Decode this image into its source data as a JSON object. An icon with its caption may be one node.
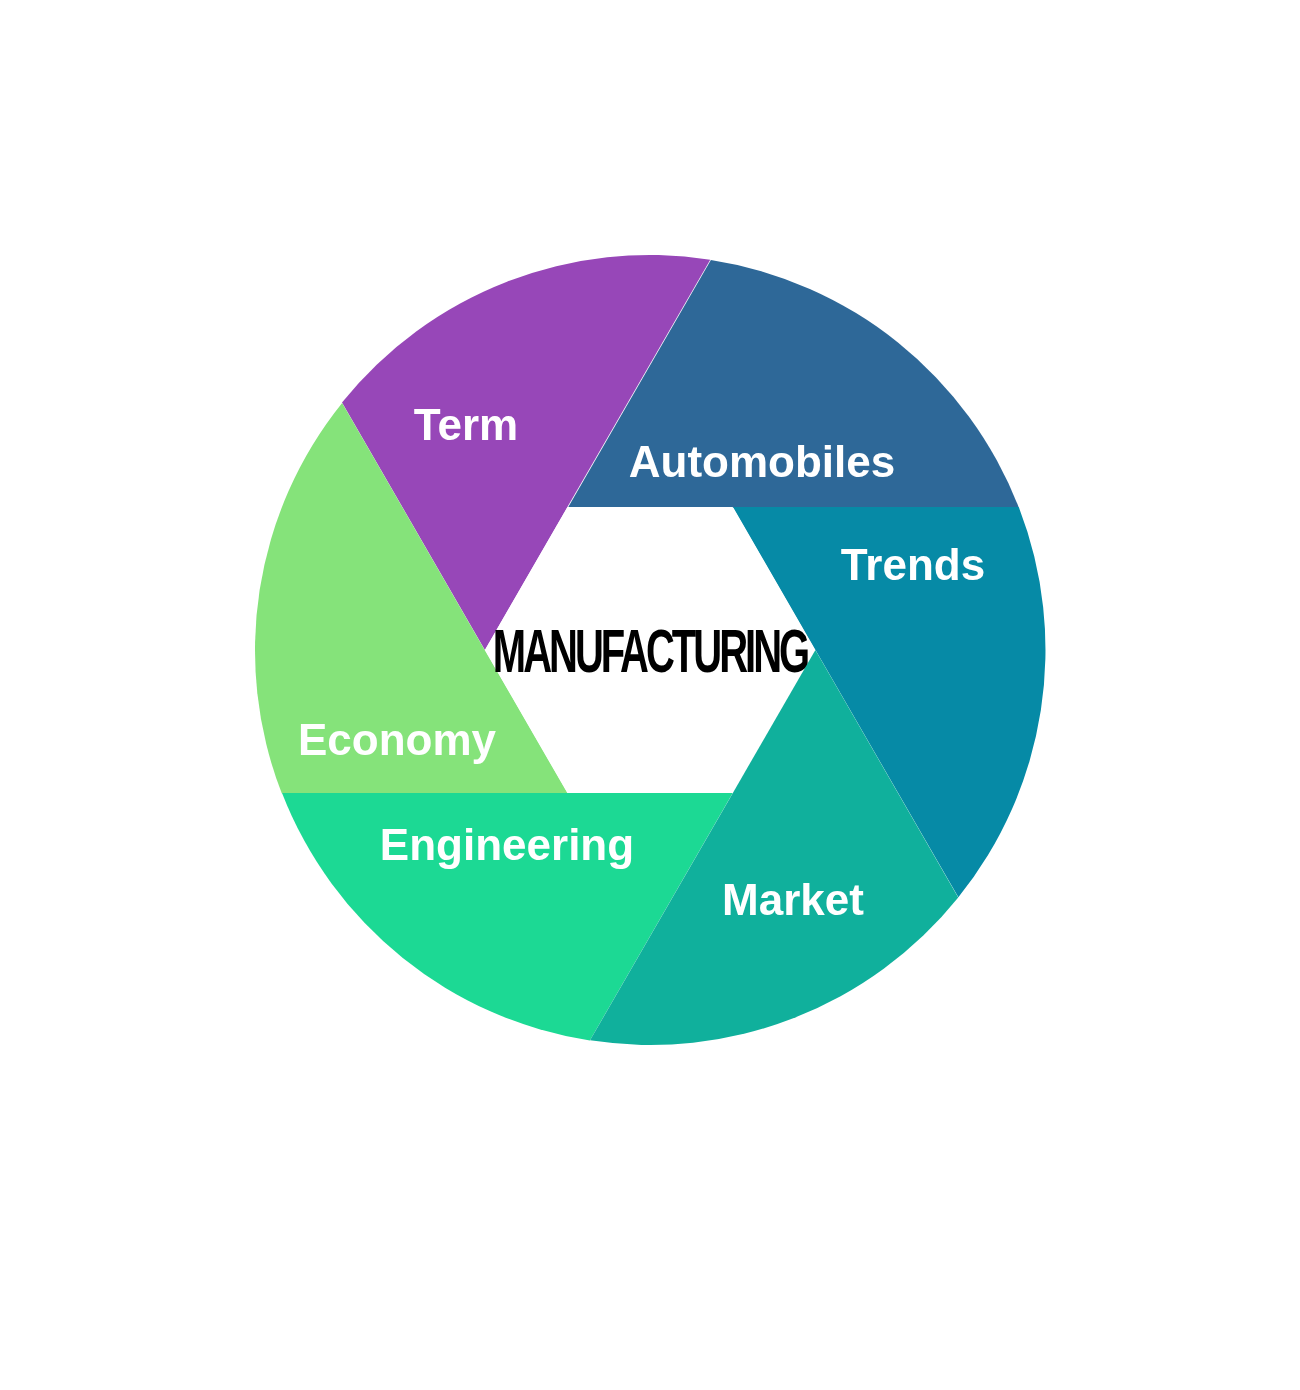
{
  "diagram": {
    "nodes": [
      {
        "text": [
          "Term"
        ]
      },
      {
        "text": [
          "Automobiles"
        ]
      },
      {
        "text": [
          "Trends"
        ]
      },
      {
        "text": [
          "Economy"
        ]
      },
      {
        "text": [
          "MANUFACTURING"
        ]
      },
      {
        "text": [
          "Engineering"
        ]
      },
      {
        "text": [
          "Market"
        ]
      }
    ]
  }
}
